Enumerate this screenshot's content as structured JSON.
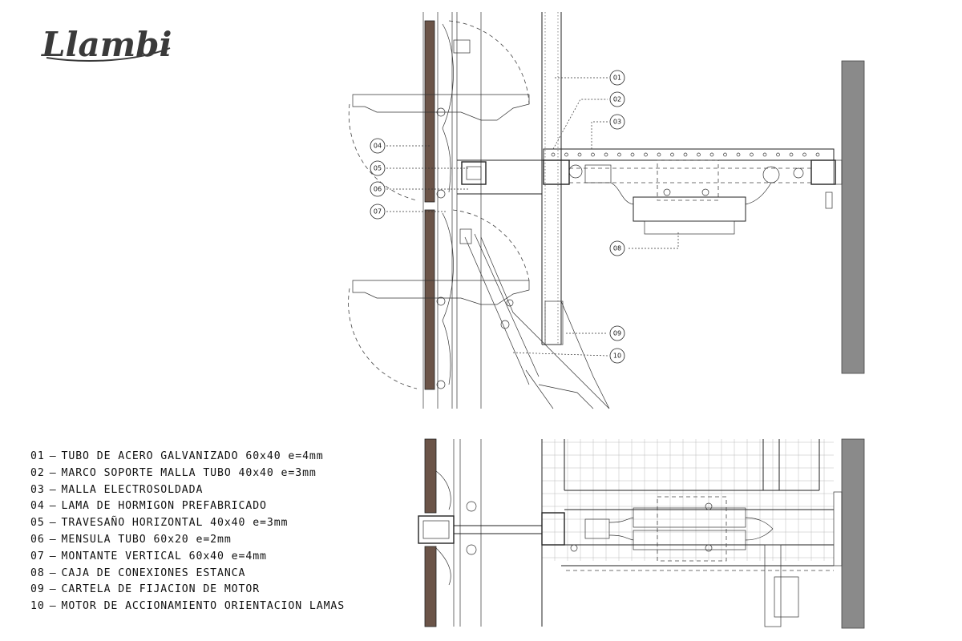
{
  "logo": {
    "text": "Llambi"
  },
  "colors": {
    "slat": "#6b5448",
    "wall": "#8a8a8a",
    "line": "#222222"
  },
  "callouts": [
    "01",
    "02",
    "03",
    "04",
    "05",
    "06",
    "07",
    "08",
    "09",
    "10"
  ],
  "legend": [
    {
      "num": "01",
      "text": "TUBO DE ACERO GALVANIZADO 60x40 e=4mm"
    },
    {
      "num": "02",
      "text": "MARCO SOPORTE MALLA TUBO 40x40 e=3mm"
    },
    {
      "num": "03",
      "text": "MALLA ELECTROSOLDADA"
    },
    {
      "num": "04",
      "text": "LAMA DE HORMIGON PREFABRICADO"
    },
    {
      "num": "05",
      "text": "TRAVESAÑO HORIZONTAL 40x40 e=3mm"
    },
    {
      "num": "06",
      "text": "MENSULA TUBO 60x20 e=2mm"
    },
    {
      "num": "07",
      "text": "MONTANTE VERTICAL 60x40 e=4mm"
    },
    {
      "num": "08",
      "text": "CAJA DE CONEXIONES ESTANCA"
    },
    {
      "num": "09",
      "text": "CARTELA DE FIJACION DE MOTOR"
    },
    {
      "num": "10",
      "text": "MOTOR DE ACCIONAMIENTO ORIENTACION LAMAS"
    }
  ]
}
